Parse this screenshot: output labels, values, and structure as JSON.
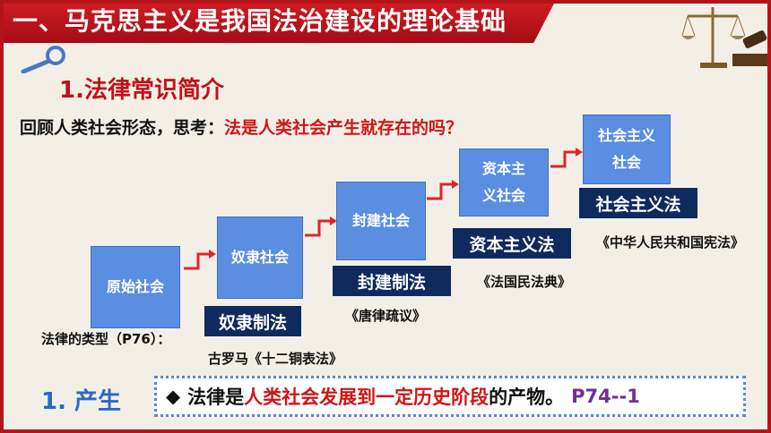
{
  "title_banner": "一、马克思主义是我国法治建设的理论基础",
  "section_title": "1.法律常识简介",
  "question": {
    "prefix": "回顾人类社会形态，思考：",
    "highlight": "法是人类社会产生就存在的吗？"
  },
  "societies": [
    {
      "name": "原始社会"
    },
    {
      "name": "奴隶社会",
      "law": "奴隶制法",
      "code": "古罗马《十二铜表法》"
    },
    {
      "name": "封建社会",
      "law": "封建制法",
      "code": "《唐律疏议》"
    },
    {
      "name": "资本主义社会",
      "law": "资本主义法",
      "code": "《法国民法典》"
    },
    {
      "name": "社会主义社会",
      "law": "社会主义法",
      "code": "《中华人民共和国宪法》"
    }
  ],
  "law_types_label": "法律的类型（P76）：",
  "origin": {
    "label": "1. 产生",
    "bullet": "◆",
    "text_before": "法律是",
    "highlight": "人类社会发展到一定历史阶段",
    "text_after": "的产物。",
    "page_ref": "P74--1"
  },
  "colors": {
    "banner_red": "#c4161c",
    "box_blue": "#5b8ee0",
    "law_navy": "#0f2a5c",
    "arrow_red": "#e0242a",
    "ref_purple": "#6f2f9a"
  }
}
